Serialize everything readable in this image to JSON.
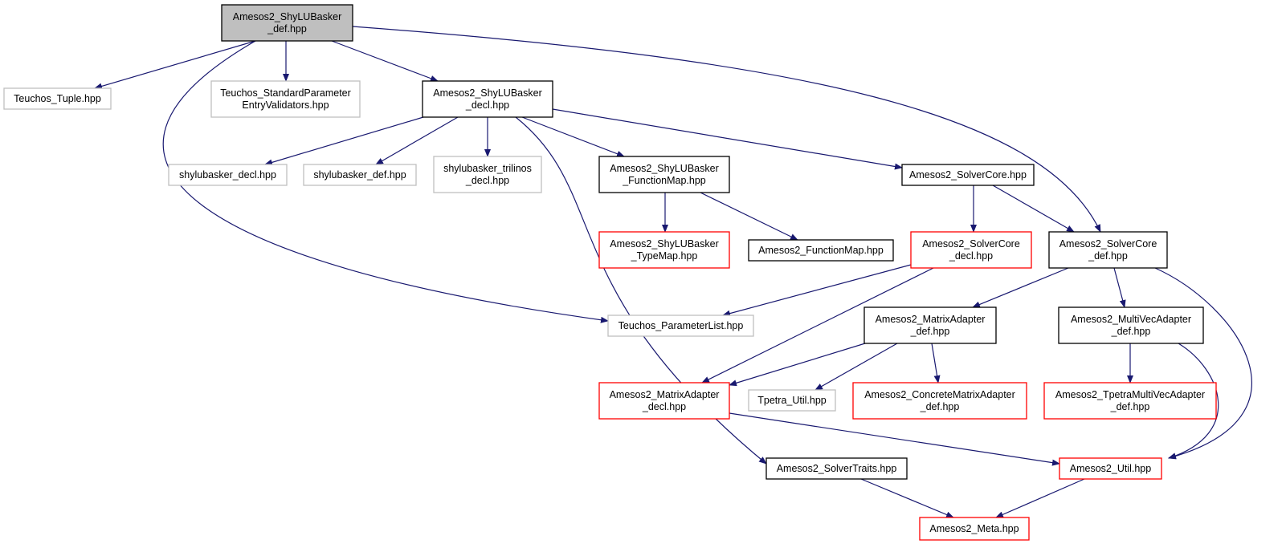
{
  "colors": {
    "edge": "#191970",
    "border_black": "#000000",
    "border_red": "#ff0000",
    "border_gray": "#bfbfbf",
    "fill_root": "#bfbfbf",
    "fill_default": "#ffffff"
  },
  "nodes": {
    "root": {
      "lines": [
        "Amesos2_ShyLUBasker",
        "_def.hpp"
      ],
      "style": "root"
    },
    "tuple": {
      "lines": [
        "Teuchos_Tuple.hpp"
      ],
      "style": "gray"
    },
    "spev": {
      "lines": [
        "Teuchos_StandardParameter",
        "EntryValidators.hpp"
      ],
      "style": "gray"
    },
    "decl": {
      "lines": [
        "Amesos2_ShyLUBasker",
        "_decl.hpp"
      ],
      "style": "black"
    },
    "sbdecl": {
      "lines": [
        "shylubasker_decl.hpp"
      ],
      "style": "gray"
    },
    "sbdef": {
      "lines": [
        "shylubasker_def.hpp"
      ],
      "style": "gray"
    },
    "sbtril": {
      "lines": [
        "shylubasker_trilinos",
        "_decl.hpp"
      ],
      "style": "gray"
    },
    "fmap": {
      "lines": [
        "Amesos2_ShyLUBasker",
        "_FunctionMap.hpp"
      ],
      "style": "black"
    },
    "score": {
      "lines": [
        "Amesos2_SolverCore.hpp"
      ],
      "style": "black"
    },
    "tmap": {
      "lines": [
        "Amesos2_ShyLUBasker",
        "_TypeMap.hpp"
      ],
      "style": "red"
    },
    "fmaphpp": {
      "lines": [
        "Amesos2_FunctionMap.hpp"
      ],
      "style": "black"
    },
    "scdecl": {
      "lines": [
        "Amesos2_SolverCore",
        "_decl.hpp"
      ],
      "style": "red"
    },
    "scdef": {
      "lines": [
        "Amesos2_SolverCore",
        "_def.hpp"
      ],
      "style": "black"
    },
    "plist": {
      "lines": [
        "Teuchos_ParameterList.hpp"
      ],
      "style": "gray"
    },
    "madef": {
      "lines": [
        "Amesos2_MatrixAdapter",
        "_def.hpp"
      ],
      "style": "black"
    },
    "mvdef": {
      "lines": [
        "Amesos2_MultiVecAdapter",
        "_def.hpp"
      ],
      "style": "black"
    },
    "madecl": {
      "lines": [
        "Amesos2_MatrixAdapter",
        "_decl.hpp"
      ],
      "style": "red"
    },
    "tutil": {
      "lines": [
        "Tpetra_Util.hpp"
      ],
      "style": "gray"
    },
    "cmadef": {
      "lines": [
        "Amesos2_ConcreteMatrixAdapter",
        "_def.hpp"
      ],
      "style": "red"
    },
    "tmvdef": {
      "lines": [
        "Amesos2_TpetraMultiVecAdapter",
        "_def.hpp"
      ],
      "style": "red"
    },
    "straits": {
      "lines": [
        "Amesos2_SolverTraits.hpp"
      ],
      "style": "black"
    },
    "autil": {
      "lines": [
        "Amesos2_Util.hpp"
      ],
      "style": "red"
    },
    "meta": {
      "lines": [
        "Amesos2_Meta.hpp"
      ],
      "style": "red"
    }
  },
  "edges": [
    {
      "from": "root",
      "to": "tuple"
    },
    {
      "from": "root",
      "to": "spev"
    },
    {
      "from": "root",
      "to": "decl"
    },
    {
      "from": "root",
      "to": "plist"
    },
    {
      "from": "root",
      "to": "scdef"
    },
    {
      "from": "decl",
      "to": "sbdecl"
    },
    {
      "from": "decl",
      "to": "sbdef"
    },
    {
      "from": "decl",
      "to": "sbtril"
    },
    {
      "from": "decl",
      "to": "fmap"
    },
    {
      "from": "decl",
      "to": "score"
    },
    {
      "from": "decl",
      "to": "straits"
    },
    {
      "from": "fmap",
      "to": "tmap"
    },
    {
      "from": "fmap",
      "to": "fmaphpp"
    },
    {
      "from": "score",
      "to": "scdecl"
    },
    {
      "from": "score",
      "to": "scdef"
    },
    {
      "from": "scdecl",
      "to": "plist"
    },
    {
      "from": "scdecl",
      "to": "madecl"
    },
    {
      "from": "scdef",
      "to": "madef"
    },
    {
      "from": "scdef",
      "to": "mvdef"
    },
    {
      "from": "scdef",
      "to": "autil"
    },
    {
      "from": "madef",
      "to": "madecl"
    },
    {
      "from": "madef",
      "to": "tutil"
    },
    {
      "from": "madef",
      "to": "cmadef"
    },
    {
      "from": "mvdef",
      "to": "tmvdef"
    },
    {
      "from": "mvdef",
      "to": "autil"
    },
    {
      "from": "madecl",
      "to": "autil"
    },
    {
      "from": "straits",
      "to": "meta"
    },
    {
      "from": "autil",
      "to": "meta"
    }
  ]
}
